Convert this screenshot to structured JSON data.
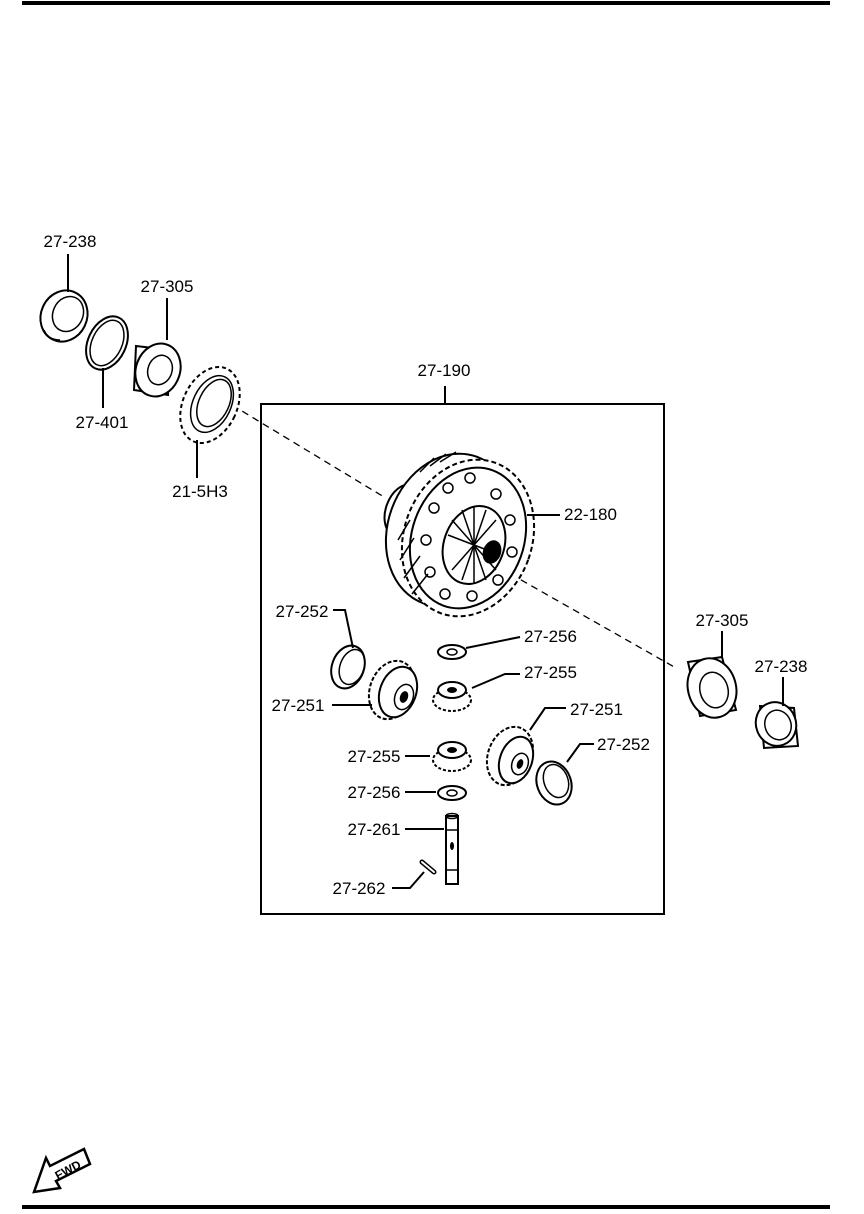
{
  "diagram": {
    "assembly_label": "27-190",
    "fwd_label": "FWD",
    "parts": {
      "seal_left": "27-238",
      "bearing_left": "27-305",
      "shim_ring": "27-401",
      "speedo_gear": "21-5H3",
      "ring_gear_case": "22-180",
      "bearing_right": "27-305",
      "seal_right": "27-238",
      "side_gear_washer_upper": "27-252",
      "pinion_washer_upper": "27-256",
      "pinion_gear_upper": "27-255",
      "side_gear_upper": "27-251",
      "side_gear_lower": "27-251",
      "side_gear_washer_lower": "27-252",
      "pinion_gear_lower": "27-255",
      "pinion_washer_lower": "27-256",
      "pinion_shaft": "27-261",
      "lock_pin": "27-262"
    }
  }
}
